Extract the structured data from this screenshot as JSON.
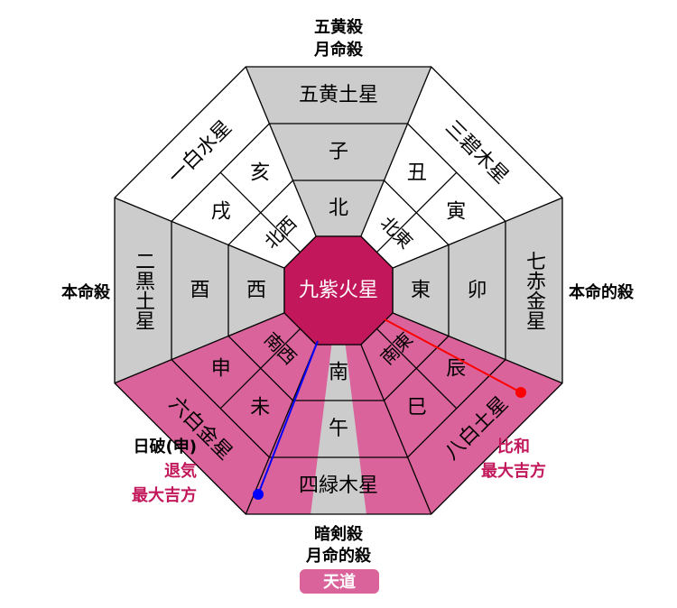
{
  "center": {
    "star": "九紫火星"
  },
  "stars": {
    "s": "五黄土星",
    "ne": "三碧木星",
    "e": "七赤金星",
    "se": "八白土星",
    "n": "四緑木星",
    "sw": "六白金星",
    "w": "二黒土星",
    "nw": "一白水星"
  },
  "directions": {
    "s": "北",
    "ne": "北東",
    "e": "東",
    "se": "南東",
    "n": "南",
    "sw": "南西",
    "w": "西",
    "nw": "北西"
  },
  "zodiac": {
    "zi": "子",
    "chou": "丑",
    "yin": "寅",
    "mao": "卯",
    "chen": "辰",
    "si": "巳",
    "wu": "午",
    "wei": "未",
    "shen": "申",
    "you": "酉",
    "xu": "戌",
    "hai": "亥"
  },
  "labels": {
    "top": [
      "五黄殺",
      "月命殺"
    ],
    "right": "本命的殺",
    "left": "本命殺",
    "bottom": [
      "暗剣殺",
      "月命的殺"
    ],
    "tendo": "天道",
    "sw_title": "日破(申)",
    "sw_notes": [
      "退気",
      "最大吉方"
    ],
    "se_notes": [
      "比和",
      "最大吉方"
    ]
  },
  "colors": {
    "gray": "#cccccc",
    "pink": "#d9639a",
    "center": "#c2185b",
    "red_line": "#ff0000",
    "blue_line": "#0000ff"
  }
}
